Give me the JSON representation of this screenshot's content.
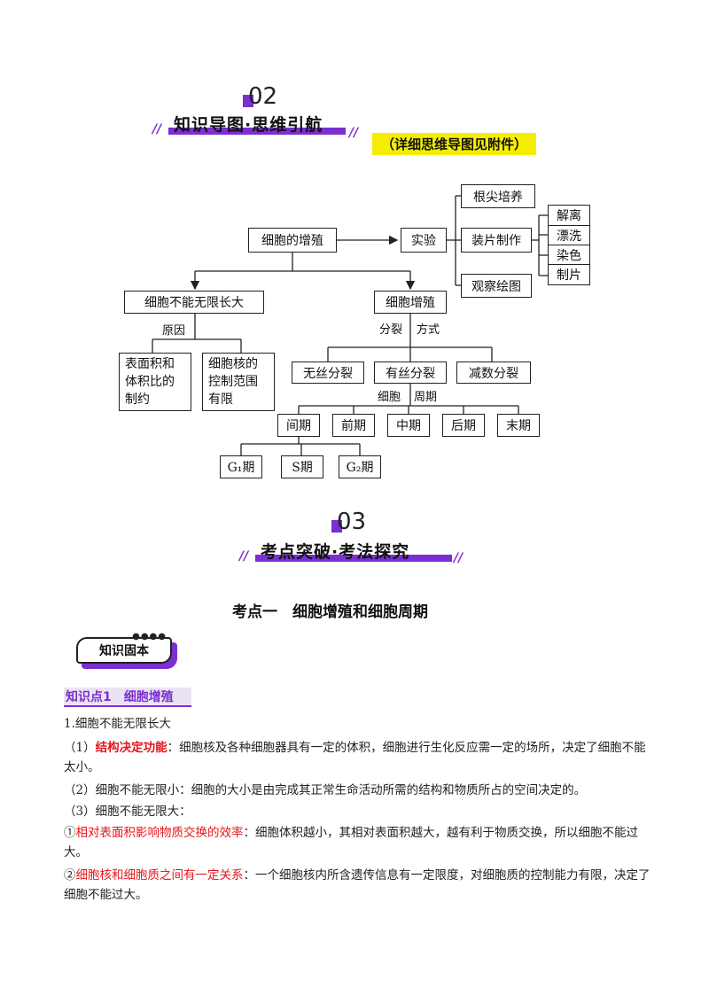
{
  "section1": {
    "num": "02",
    "title": "知识导图·思维引航",
    "note": "（详细思维导图见附件）"
  },
  "mindmap": {
    "root": "细胞的增殖",
    "experiment": "实验",
    "exp_items": [
      "根尖培养",
      "装片制作",
      "观察绘图"
    ],
    "slide_steps": [
      "解离",
      "漂洗",
      "染色",
      "制片"
    ],
    "left": "细胞不能无限长大",
    "reason_label": "原因",
    "reason1": [
      "表面积和",
      "体积比的",
      "制约"
    ],
    "reason2": [
      "细胞核的",
      "控制范围",
      "有限"
    ],
    "right": "细胞增殖",
    "split_label": "分裂",
    "way_label": "方式",
    "methods": [
      "无丝分裂",
      "有丝分裂",
      "减数分裂"
    ],
    "cell_label": "细胞",
    "cycle_label": "周期",
    "phases": [
      "间期",
      "前期",
      "中期",
      "后期",
      "末期"
    ],
    "sub_phases": [
      "G₁期",
      "S期",
      "G₂期"
    ]
  },
  "section2": {
    "num": "03",
    "title": "考点突破·考法探究"
  },
  "topic_title": "考点一　细胞增殖和细胞周期",
  "badge": "知识固本",
  "kp1": "知识点1　细胞增殖",
  "content": {
    "p1": "1.细胞不能无限长大",
    "p2_prefix": "（1）",
    "p2_red": "结构决定功能",
    "p2_rest": "：细胞核及各种细胞器具有一定的体积，细胞进行生化反应需一定的场所，决定了细胞不能太小。",
    "p3": "（2）细胞不能无限小：细胞的大小是由完成其正常生命活动所需的结构和物质所占的空间决定的。",
    "p4": "（3）细胞不能无限大：",
    "p5_num": "①",
    "p5_red": "相对表面积影响物质交换的效率",
    "p5_rest": "：细胞体积越小，其相对表面积越大，越有利于物质交换，所以细胞不能过大。",
    "p6_num": "②",
    "p6_red": "细胞核和细胞质之间有一定关系",
    "p6_rest": "：一个细胞核内所含遗传信息有一定限度，对细胞质的控制能力有限，决定了细胞不能过大。"
  },
  "colors": {
    "accent": "#7b2fd1",
    "highlight": "#f6ee00",
    "red": "#e8151b"
  }
}
